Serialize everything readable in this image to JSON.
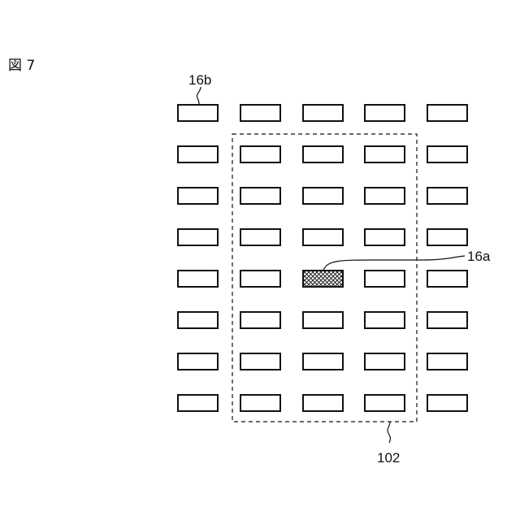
{
  "figure": {
    "label": "図 7"
  },
  "grid": {
    "rows": 8,
    "cols": 5,
    "highlighted_cell": {
      "row": 5,
      "col": 3
    }
  },
  "references": {
    "element_a": "16a",
    "element_b": "16b",
    "region": "102"
  }
}
